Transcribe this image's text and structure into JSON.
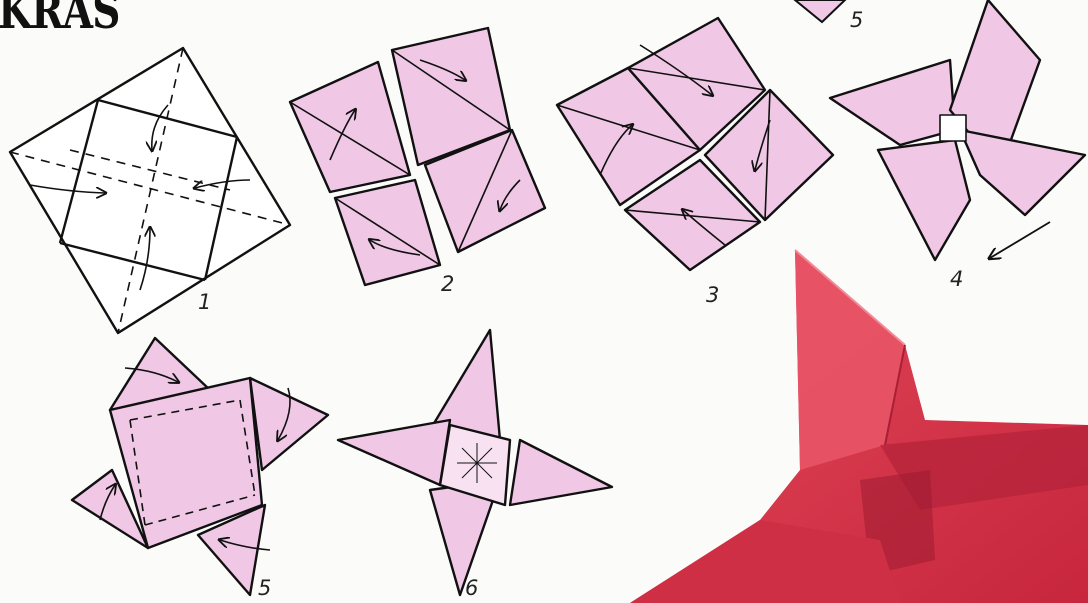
{
  "title": "KRAS",
  "steps": [
    "1",
    "2",
    "3",
    "4",
    "5",
    "6"
  ],
  "top_fragment_step": "5",
  "colors": {
    "paper": "#fbfbfa",
    "pink_face": "#f0c8e6",
    "ink": "#111111",
    "photo_red": "#d8354a"
  }
}
